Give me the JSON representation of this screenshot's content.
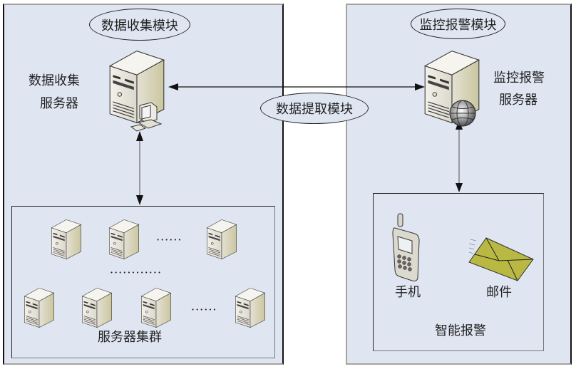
{
  "modules": {
    "collect": {
      "title": "数据收集模块",
      "server_label_line1": "数据收集",
      "server_label_line2": "服务器"
    },
    "monitor": {
      "title": "监控报警模块",
      "server_label_line1": "监控报警",
      "server_label_line2": "服务器"
    },
    "extract": {
      "title": "数据提取模块"
    }
  },
  "cluster": {
    "label": "服务器集群",
    "row1_servers": 3,
    "row2_servers": 4,
    "row1_ellipsis": "······",
    "middle_ellipsis": "············",
    "row2_ellipsis": "······"
  },
  "alarm": {
    "label": "智能报警",
    "phone_label": "手机",
    "mail_label": "邮件"
  },
  "colors": {
    "panel_bg": "#dfe6f2",
    "envelope": "#b9b842",
    "server_body": "#e9e6dc"
  },
  "connections": [
    {
      "from": "数据收集服务器",
      "to": "监控报警服务器",
      "direction": "bidirectional",
      "via": "数据提取模块"
    },
    {
      "from": "数据收集服务器",
      "to": "服务器集群",
      "direction": "bidirectional"
    },
    {
      "from": "监控报警服务器",
      "to": "智能报警",
      "direction": "bidirectional"
    }
  ]
}
